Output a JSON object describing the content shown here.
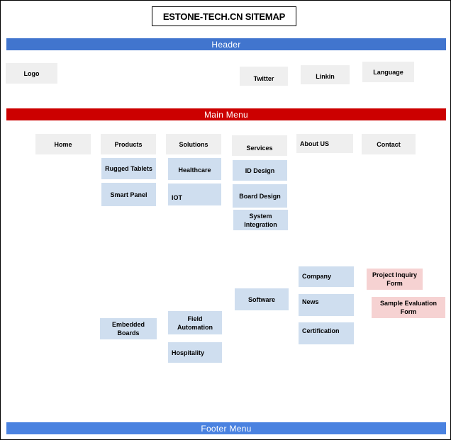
{
  "diagram": {
    "title": "ESTONE-TECH.CN SITEMAP",
    "bands": {
      "header": {
        "label": "Header",
        "color": "#4175ce"
      },
      "main_menu": {
        "label": "Main Menu",
        "color": "#cc0000"
      },
      "footer": {
        "label": "Footer Menu",
        "color": "#4a82e0"
      }
    },
    "colors": {
      "gray_node": "#efefef",
      "blue_node": "#cfdeef",
      "pink_node": "#f6d2d2",
      "border": "#000000",
      "background": "#ffffff"
    },
    "header_nodes": [
      {
        "label": "Logo"
      },
      {
        "label": "Twitter"
      },
      {
        "label": "Linkin"
      },
      {
        "label": "Language"
      }
    ],
    "main_menu_nodes": [
      {
        "label": "Home"
      },
      {
        "label": "Products"
      },
      {
        "label": "Solutions"
      },
      {
        "label": "Services"
      },
      {
        "label": "About US"
      },
      {
        "label": "Contact"
      }
    ],
    "products_children": [
      {
        "label": "Rugged Tablets"
      },
      {
        "label": "Smart Panel"
      },
      {
        "label": "Embedded Boards"
      }
    ],
    "solutions_children": [
      {
        "label": "Healthcare"
      },
      {
        "label": "IOT"
      },
      {
        "label": "Field Automation"
      },
      {
        "label": "Hospitality"
      }
    ],
    "services_children": [
      {
        "label": "ID Design"
      },
      {
        "label": "Board Design"
      },
      {
        "label": "System Integration"
      },
      {
        "label": "Software"
      }
    ],
    "about_children": [
      {
        "label": "Company"
      },
      {
        "label": "News"
      },
      {
        "label": "Certification"
      }
    ],
    "contact_children": [
      {
        "label": "Project Inquiry Form"
      },
      {
        "label": "Sample Evaluation  Form"
      }
    ]
  }
}
